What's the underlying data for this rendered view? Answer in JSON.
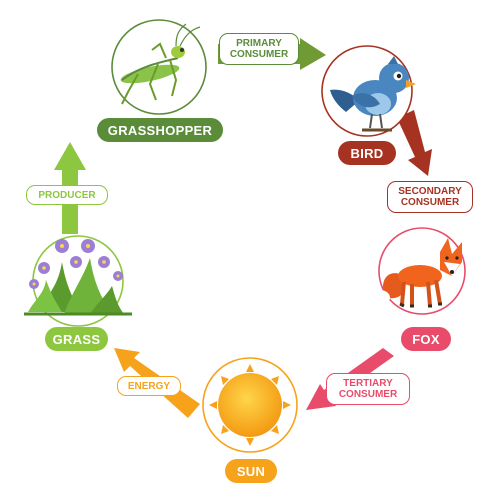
{
  "nodes": {
    "grasshopper": {
      "label": "GRASSHOPPER",
      "icon": "grasshopper-icon",
      "color": "#5b8c3a"
    },
    "bird": {
      "label": "BIRD",
      "icon": "bird-icon",
      "color": "#a63322"
    },
    "fox": {
      "label": "FOX",
      "icon": "fox-icon",
      "color": "#e84c6a"
    },
    "sun": {
      "label": "SUN",
      "icon": "sun-icon",
      "color": "#f7a21b"
    },
    "grass": {
      "label": "GRASS",
      "icon": "grass-flower-icon",
      "color": "#8dc63f"
    }
  },
  "arrows": {
    "primary": {
      "line1": "PRIMARY",
      "line2": "CONSUMER",
      "color": "#5b8c3a"
    },
    "secondary": {
      "line1": "SECONDARY",
      "line2": "CONSUMER",
      "color": "#a63322"
    },
    "tertiary": {
      "line1": "TERTIARY",
      "line2": "CONSUMER",
      "color": "#e84c6a"
    },
    "energy": {
      "label": "ENERGY",
      "color": "#f7a21b"
    },
    "producer": {
      "label": "PRODUCER",
      "color": "#8dc63f"
    }
  }
}
